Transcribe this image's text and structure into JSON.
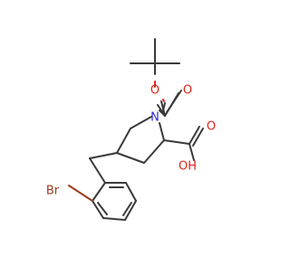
{
  "molecule": {
    "atoms": {
      "ester_o": "O",
      "carbonyl_o_boc": "O",
      "nitrogen": "N",
      "acid_o": "O",
      "acid_oh": "OH",
      "bromine": "Br"
    },
    "colors": {
      "carbon_bond": "#3a3a3a",
      "oxygen": "#e0231a",
      "nitrogen": "#2a2ad8",
      "bromine": "#9a3b1c"
    }
  }
}
